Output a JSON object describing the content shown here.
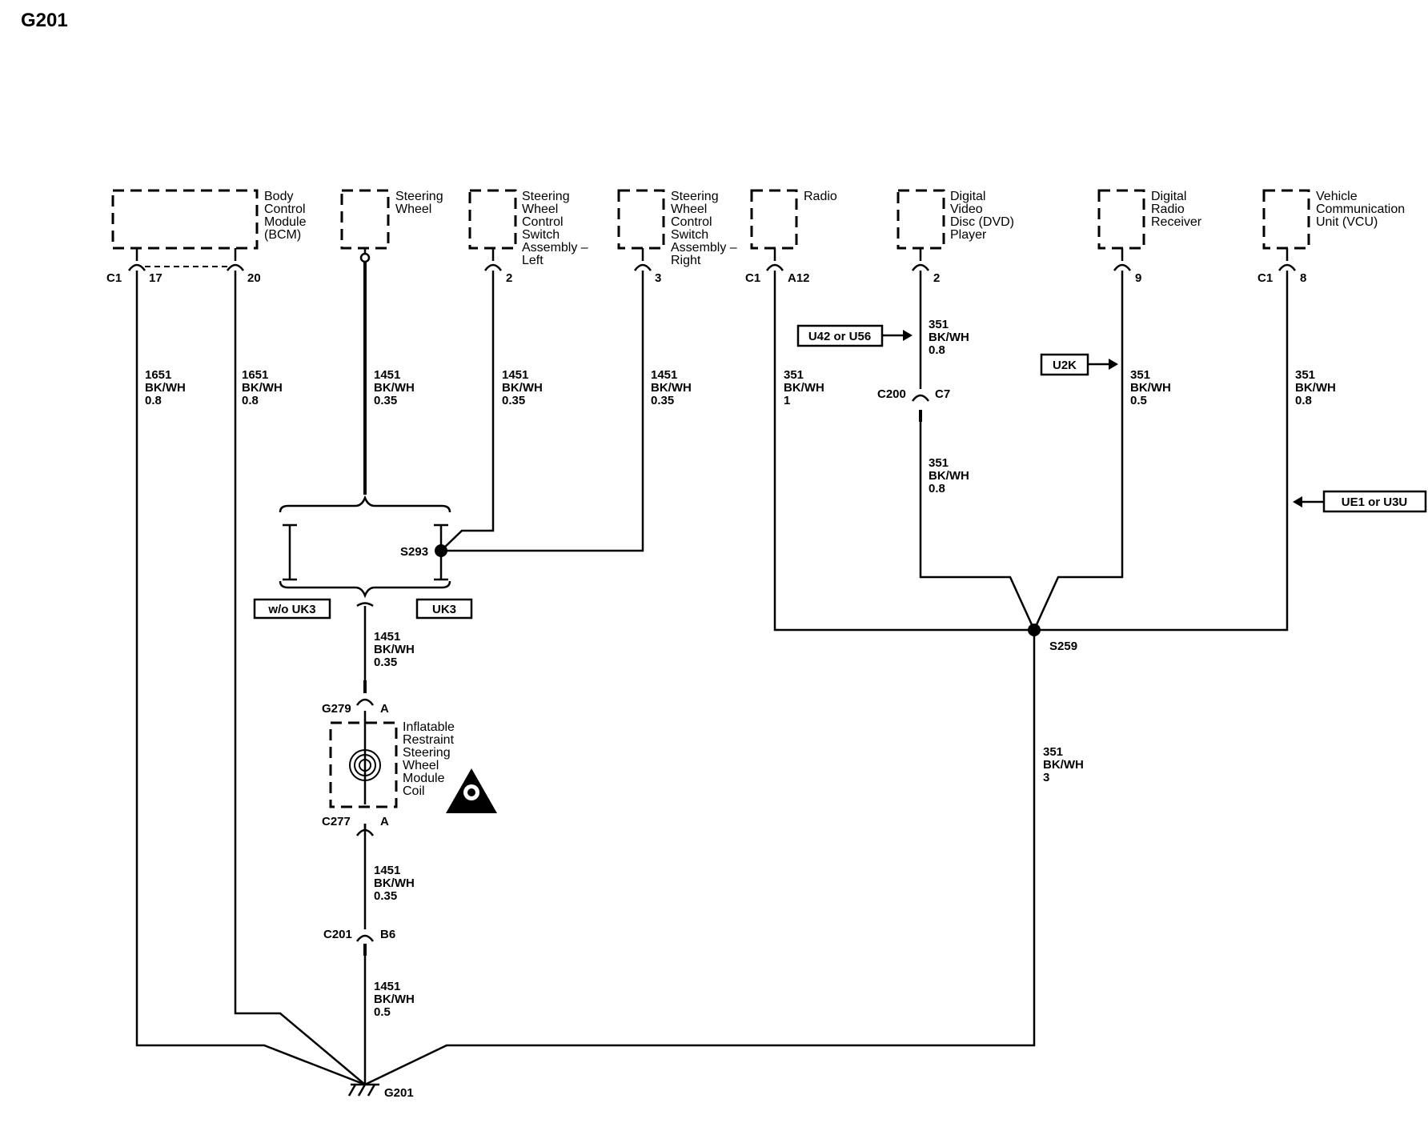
{
  "title": "G201",
  "components": {
    "bcm": [
      "Body",
      "Control",
      "Module",
      "(BCM)"
    ],
    "steering_wheel": [
      "Steering",
      "Wheel"
    ],
    "swc_left": [
      "Steering",
      "Wheel",
      "Control",
      "Switch",
      "Assembly –",
      "Left"
    ],
    "swc_right": [
      "Steering",
      "Wheel",
      "Control",
      "Switch",
      "Assembly –",
      "Right"
    ],
    "radio": [
      "Radio"
    ],
    "dvd": [
      "Digital",
      "Video",
      "Disc (DVD)",
      "Player"
    ],
    "drr": [
      "Digital",
      "Radio",
      "Receiver"
    ],
    "vcu": [
      "Vehicle",
      "Communication",
      "Unit (VCU)"
    ],
    "coil": [
      "Inflatable",
      "Restraint",
      "Steering",
      "Wheel",
      "Module",
      "Coil"
    ]
  },
  "pins": {
    "bcm_c1": "C1",
    "bcm_17": "17",
    "bcm_20": "20",
    "swc_left": "2",
    "swc_right": "3",
    "radio_c1": "C1",
    "radio_a12": "A12",
    "dvd": "2",
    "drr": "9",
    "vcu_c1": "C1",
    "vcu_8": "8"
  },
  "wires": {
    "bcm17": [
      "1651",
      "BK/WH",
      "0.8"
    ],
    "bcm20": [
      "1651",
      "BK/WH",
      "0.8"
    ],
    "sw": [
      "1451",
      "BK/WH",
      "0.35"
    ],
    "swcl": [
      "1451",
      "BK/WH",
      "0.35"
    ],
    "swcr": [
      "1451",
      "BK/WH",
      "0.35"
    ],
    "radio": [
      "351",
      "BK/WH",
      "1"
    ],
    "dvd_top": [
      "351",
      "BK/WH",
      "0.8"
    ],
    "dvd_bot": [
      "351",
      "BK/WH",
      "0.8"
    ],
    "drr": [
      "351",
      "BK/WH",
      "0.5"
    ],
    "vcu": [
      "351",
      "BK/WH",
      "0.8"
    ],
    "s293_out": [
      "1451",
      "BK/WH",
      "0.35"
    ],
    "coil_out": [
      "1451",
      "BK/WH",
      "0.35"
    ],
    "c201_out": [
      "1451",
      "BK/WH",
      "0.5"
    ],
    "s259_out": [
      "351",
      "BK/WH",
      "3"
    ]
  },
  "options": {
    "u42": "U42 or U56",
    "u2k": "U2K",
    "ue1": "UE1 or U3U",
    "wo_uk3": "w/o UK3",
    "uk3": "UK3"
  },
  "connectors": {
    "c200": "C200",
    "c7": "C7",
    "g279": "G279",
    "g279_pin": "A",
    "g277": "C277",
    "g277_pin": "A",
    "c201": "C201",
    "c201_pin": "B6"
  },
  "splices": {
    "s293": "S293",
    "s259": "S259"
  },
  "ground": "G201"
}
